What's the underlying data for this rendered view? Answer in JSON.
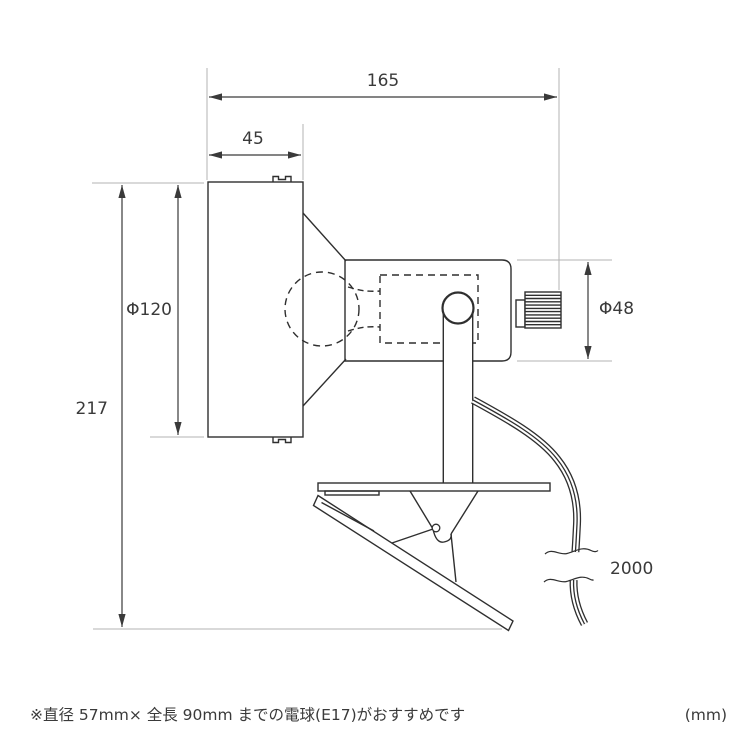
{
  "drawing_type": "clip-spotlight-dimension-diagram",
  "dimensions": {
    "total_width": "165",
    "shade_depth": "45",
    "shade_diameter": "Φ120",
    "total_height": "217",
    "body_diameter": "Φ48",
    "cord_length": "2000"
  },
  "note": "※直径 57mm× 全長 90mm までの電球(E17)がおすすめです",
  "unit_label": "(mm)",
  "colors": {
    "background": "#ffffff",
    "drawing_line": "#2f2f2f",
    "dimension_line": "#3a3a3a",
    "extension_line": "#b3b3b3",
    "text": "#3a3a3a"
  }
}
